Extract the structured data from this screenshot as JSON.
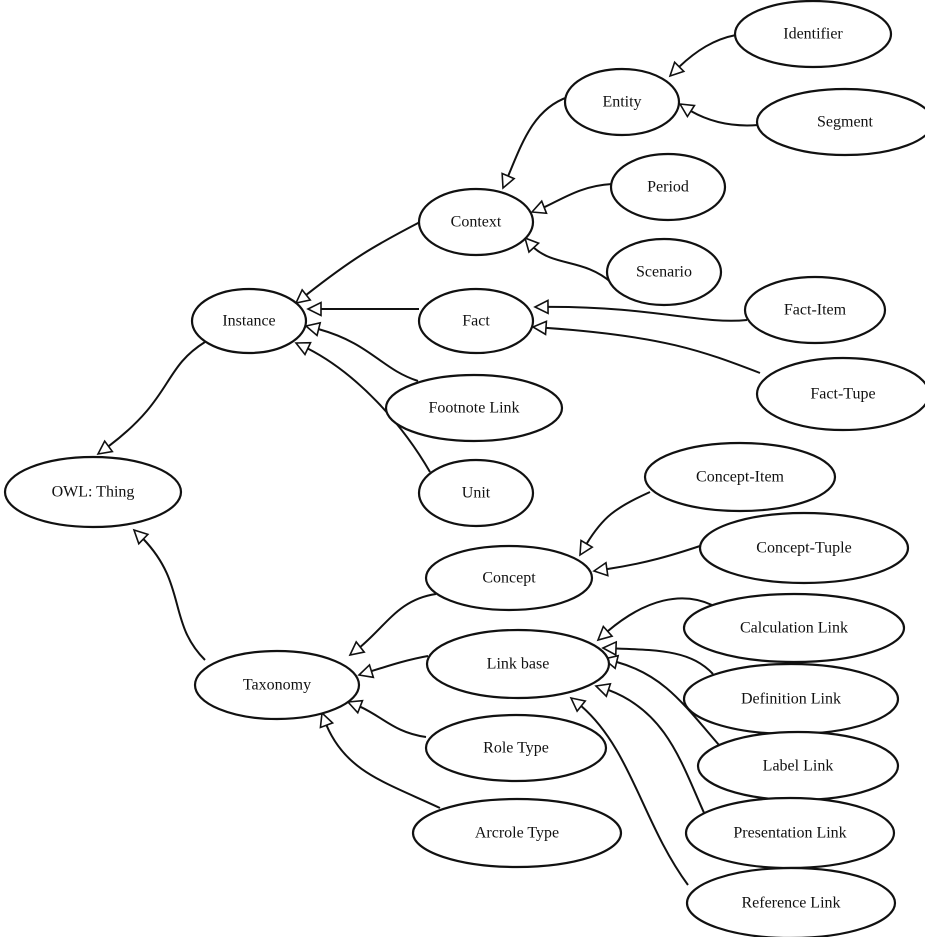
{
  "diagram": {
    "type": "class-hierarchy",
    "nodes": [
      {
        "id": "owl-thing",
        "label": "OWL: Thing"
      },
      {
        "id": "instance",
        "label": "Instance"
      },
      {
        "id": "taxonomy",
        "label": "Taxonomy"
      },
      {
        "id": "context",
        "label": "Context"
      },
      {
        "id": "fact",
        "label": "Fact"
      },
      {
        "id": "footnote-link",
        "label": "Footnote Link"
      },
      {
        "id": "unit",
        "label": "Unit"
      },
      {
        "id": "entity",
        "label": "Entity"
      },
      {
        "id": "period",
        "label": "Period"
      },
      {
        "id": "scenario",
        "label": "Scenario"
      },
      {
        "id": "identifier",
        "label": "Identifier"
      },
      {
        "id": "segment",
        "label": "Segment"
      },
      {
        "id": "fact-item",
        "label": "Fact-Item"
      },
      {
        "id": "fact-tupe",
        "label": "Fact-Tupe"
      },
      {
        "id": "concept",
        "label": "Concept"
      },
      {
        "id": "link-base",
        "label": "Link base"
      },
      {
        "id": "role-type",
        "label": "Role Type"
      },
      {
        "id": "arcrole-type",
        "label": "Arcrole Type"
      },
      {
        "id": "concept-item",
        "label": "Concept-Item"
      },
      {
        "id": "concept-tuple",
        "label": "Concept-Tuple"
      },
      {
        "id": "calculation-link",
        "label": "Calculation Link"
      },
      {
        "id": "definition-link",
        "label": "Definition Link"
      },
      {
        "id": "label-link",
        "label": "Label Link"
      },
      {
        "id": "presentation-link",
        "label": "Presentation Link"
      },
      {
        "id": "reference-link",
        "label": "Reference Link"
      }
    ],
    "edges": [
      {
        "from": "instance",
        "to": "owl-thing"
      },
      {
        "from": "taxonomy",
        "to": "owl-thing"
      },
      {
        "from": "context",
        "to": "instance"
      },
      {
        "from": "fact",
        "to": "instance"
      },
      {
        "from": "footnote-link",
        "to": "instance"
      },
      {
        "from": "unit",
        "to": "instance"
      },
      {
        "from": "entity",
        "to": "context"
      },
      {
        "from": "period",
        "to": "context"
      },
      {
        "from": "scenario",
        "to": "context"
      },
      {
        "from": "identifier",
        "to": "entity"
      },
      {
        "from": "segment",
        "to": "entity"
      },
      {
        "from": "fact-item",
        "to": "fact"
      },
      {
        "from": "fact-tupe",
        "to": "fact"
      },
      {
        "from": "concept",
        "to": "taxonomy"
      },
      {
        "from": "link-base",
        "to": "taxonomy"
      },
      {
        "from": "role-type",
        "to": "taxonomy"
      },
      {
        "from": "arcrole-type",
        "to": "taxonomy"
      },
      {
        "from": "concept-item",
        "to": "concept"
      },
      {
        "from": "concept-tuple",
        "to": "concept"
      },
      {
        "from": "calculation-link",
        "to": "link-base"
      },
      {
        "from": "definition-link",
        "to": "link-base"
      },
      {
        "from": "label-link",
        "to": "link-base"
      },
      {
        "from": "presentation-link",
        "to": "link-base"
      },
      {
        "from": "reference-link",
        "to": "link-base"
      }
    ]
  }
}
